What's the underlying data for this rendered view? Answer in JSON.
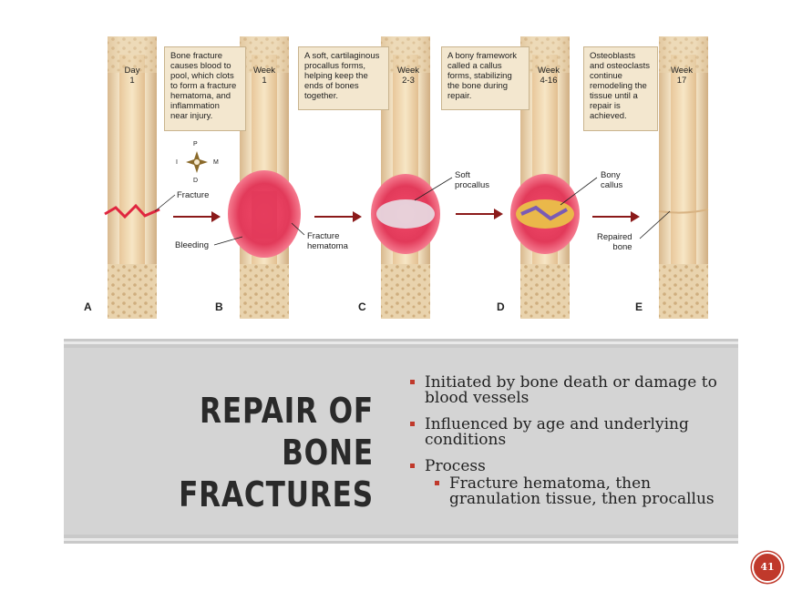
{
  "figure": {
    "stages": [
      {
        "letter": "A",
        "time": "Day\n1"
      },
      {
        "letter": "B",
        "time": "Week\n1"
      },
      {
        "letter": "C",
        "time": "Week\n2-3"
      },
      {
        "letter": "D",
        "time": "Week\n4-16"
      },
      {
        "letter": "E",
        "time": "Week\n17"
      }
    ],
    "callouts": [
      "Bone fracture\ncauses blood to\npool, which clots\nto form a fracture\nhematoma, and\ninflammation\nnear injury.",
      "A soft, cartilaginous\nprocallus forms,\nhelping keep the\nends of bones\ntogether.",
      "A bony framework\ncalled a callus\nforms, stabilizing\nthe bone during\nrepair.",
      "Osteoblasts\nand osteoclasts\ncontinue\nremodeling the\ntissue until a\nrepair is\nachieved."
    ],
    "labels": {
      "fracture": "Fracture",
      "bleeding": "Bleeding",
      "hematoma": "Fracture\nhematoma",
      "procallus": "Soft\nprocallus",
      "callus": "Bony\ncallus",
      "repaired": "Repaired\nbone"
    },
    "compass": {
      "p": "P",
      "i": "I",
      "m": "M",
      "d": "D"
    }
  },
  "slide": {
    "title": "REPAIR OF BONE\nFRACTURES",
    "bullets": [
      {
        "text": "Initiated by bone death or damage to blood vessels",
        "level": 1
      },
      {
        "text": "Influenced by age and underlying conditions",
        "level": 1
      },
      {
        "text": "Process",
        "level": 1
      },
      {
        "text": "Fracture hematoma, then granulation tissue, then procallus",
        "level": 2
      }
    ],
    "page_number": "41"
  },
  "colors": {
    "accent": "#c0392b",
    "band": "#d4d4d4",
    "callout_bg": "#f3e7cf",
    "blood": "#e23a5a"
  }
}
